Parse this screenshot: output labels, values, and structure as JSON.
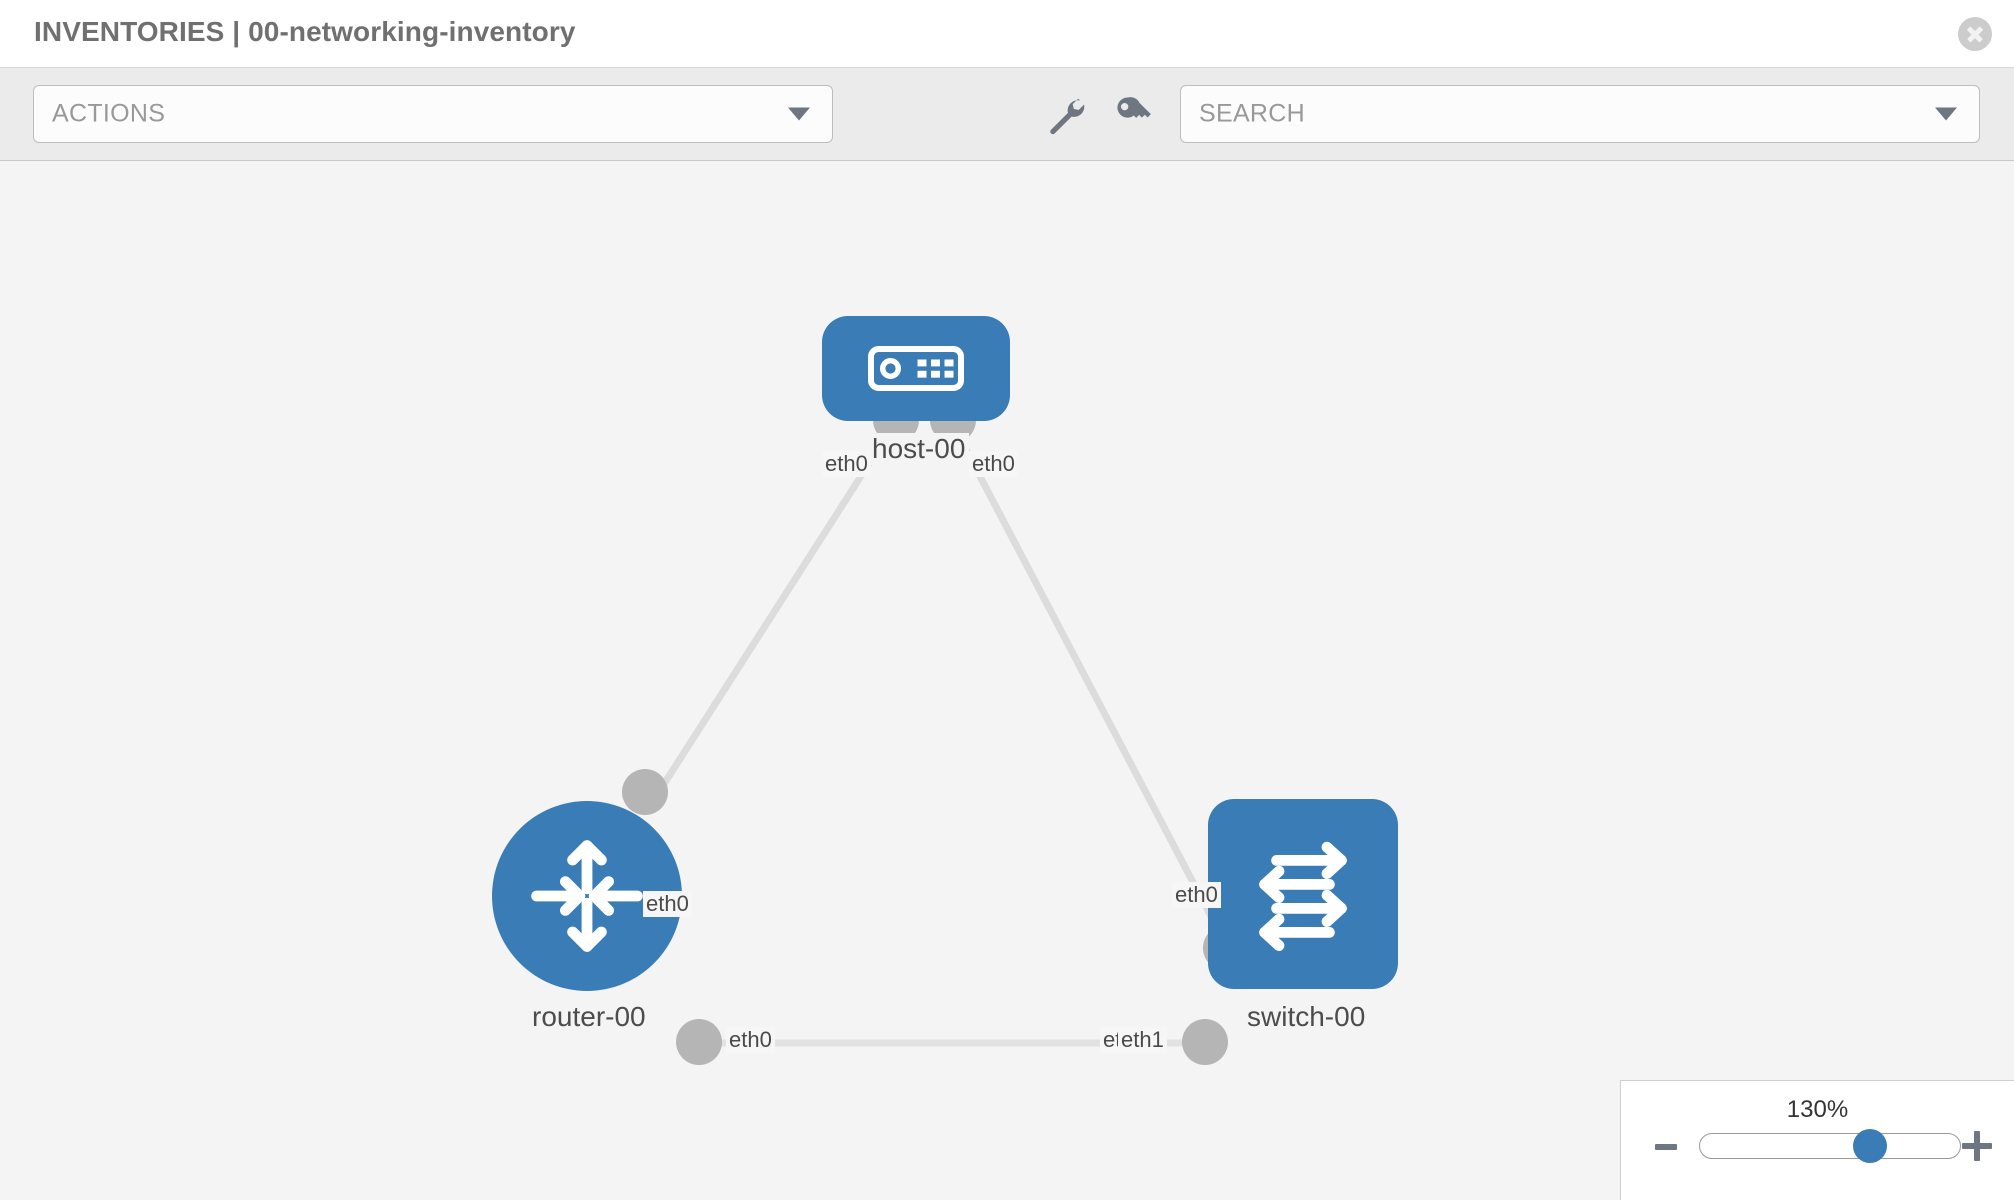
{
  "header": {
    "title": "INVENTORIES | 00-networking-inventory",
    "close_icon": "close-icon"
  },
  "toolbar": {
    "actions_label": "ACTIONS",
    "search_placeholder": "SEARCH",
    "wrench_icon": "wrench-icon",
    "key_icon": "key-icon",
    "caret_icon": "chevron-down-icon"
  },
  "topology": {
    "nodes": [
      {
        "id": "host-00",
        "label": "host-00",
        "type": "host"
      },
      {
        "id": "router-00",
        "label": "router-00",
        "type": "router"
      },
      {
        "id": "switch-00",
        "label": "switch-00",
        "type": "switch"
      }
    ],
    "edge_labels": {
      "host_left": "eth0",
      "host_right": "eth0",
      "router_uplink": "eth0",
      "switch_uplink": "eth0",
      "router_east": "eth0",
      "switch_west_hidden": "eth",
      "switch_west": "eth1"
    },
    "links": [
      {
        "from": "host-00",
        "from_iface": "eth0",
        "to": "router-00",
        "to_iface": "eth0"
      },
      {
        "from": "host-00",
        "from_iface": "eth0",
        "to": "switch-00",
        "to_iface": "eth0"
      },
      {
        "from": "router-00",
        "from_iface": "eth0",
        "to": "switch-00",
        "to_iface": "eth1"
      }
    ]
  },
  "zoom_control": {
    "value": "130%",
    "minus_label": "−",
    "plus_label": "+"
  },
  "colors": {
    "node_blue": "#3a7cb5",
    "canvas_bg": "#f4f4f4",
    "toolbar_bg": "#ebebeb",
    "title_gray": "#707070",
    "endpoint_gray": "#b5b5b5"
  }
}
